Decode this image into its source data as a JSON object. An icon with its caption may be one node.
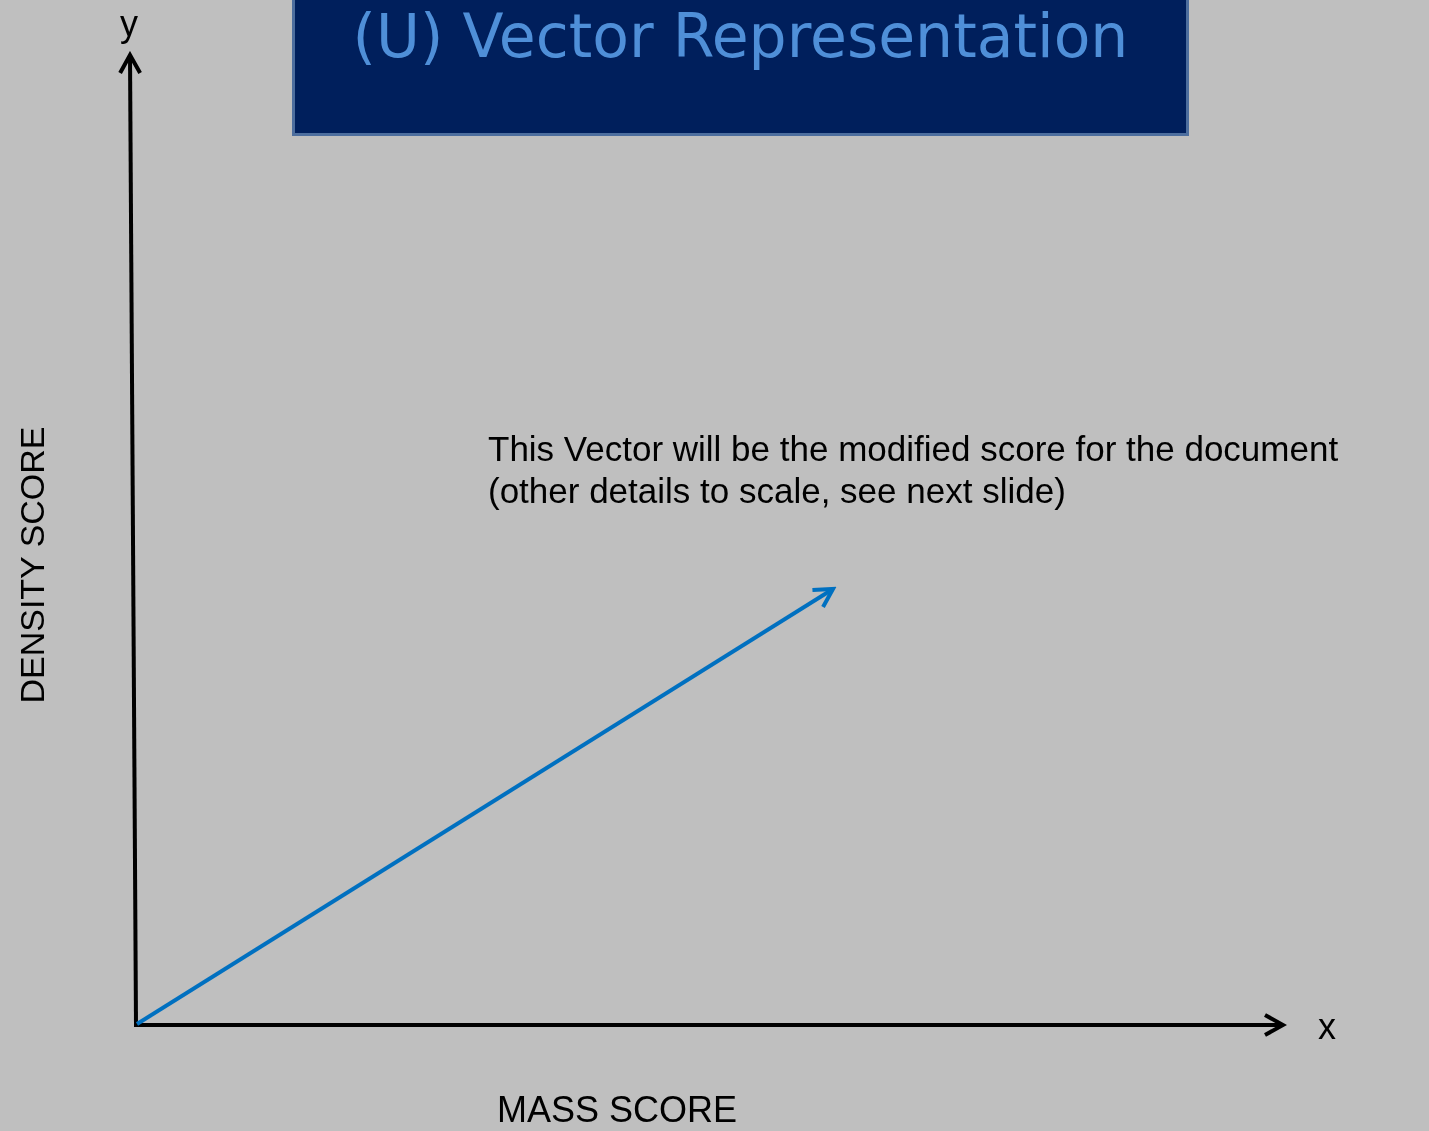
{
  "diagram": {
    "title": "(U) Vector Representation",
    "labels": [
      "y",
      "DENSITY SCORE",
      "This Vector will be the modified score for the document (other details to scale, see next slide)",
      "x",
      "MASS SCORE"
    ]
  }
}
